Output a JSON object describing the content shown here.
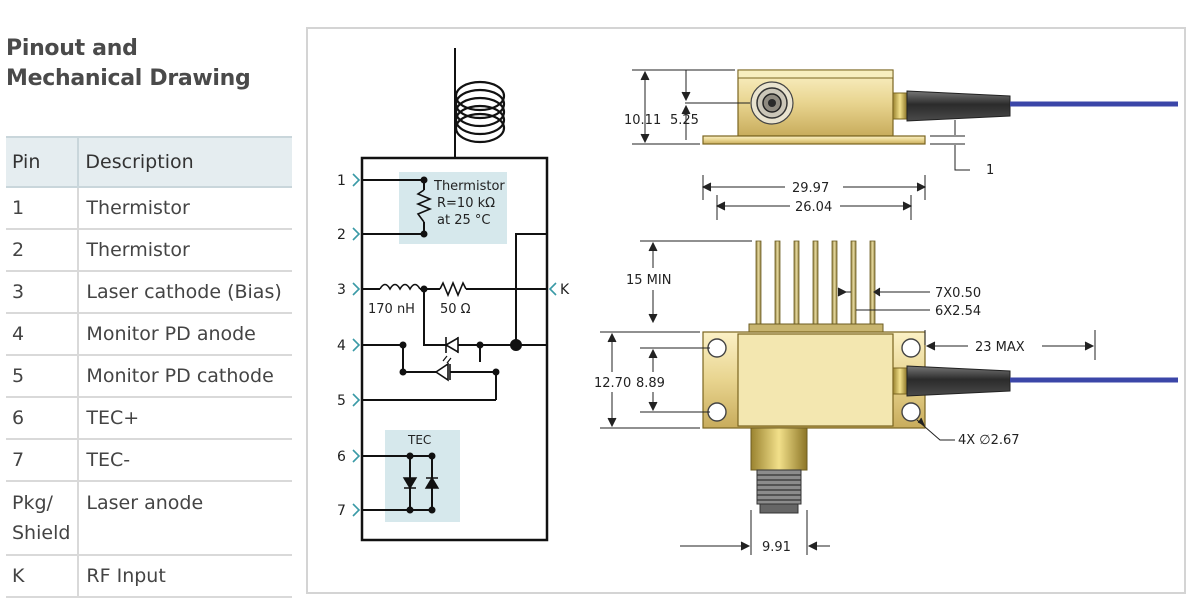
{
  "section": {
    "title_line1": "Pinout and",
    "title_line2": "Mechanical Drawing"
  },
  "table": {
    "headers": [
      "Pin",
      "Description"
    ],
    "rows": [
      {
        "pin": "1",
        "description": "Thermistor"
      },
      {
        "pin": "2",
        "description": "Thermistor"
      },
      {
        "pin": "3",
        "description": "Laser cathode (Bias)"
      },
      {
        "pin": "4",
        "description": "Monitor PD anode"
      },
      {
        "pin": "5",
        "description": "Monitor PD cathode"
      },
      {
        "pin": "6",
        "description": "TEC+"
      },
      {
        "pin": "7",
        "description": "TEC-"
      },
      {
        "pin_line1": "Pkg/",
        "pin_line2": "Shield",
        "description": "Laser anode"
      },
      {
        "pin": "K",
        "description": "RF Input"
      }
    ]
  },
  "schematic": {
    "pins": [
      "1",
      "2",
      "3",
      "4",
      "5",
      "6",
      "7"
    ],
    "rf_pin": "K",
    "thermistor": [
      "Thermistor",
      "R=10 kΩ",
      "at 25 °C"
    ],
    "inductor": "170 nH",
    "resistor": "50 Ω",
    "tec": "TEC"
  },
  "mechanical": {
    "height_total": "10.11",
    "height_center": "5.25",
    "flange_offset": "1",
    "width_outer": "29.97",
    "width_holes": "26.04",
    "pin_length": "15 MIN",
    "pin_count_dia": "7X0.50",
    "pin_pitch": "6X2.54",
    "body_height_outer": "12.70",
    "body_height_holes": "8.89",
    "fiber_boot": "23 MAX",
    "hole_dia": "4X ∅2.67",
    "connector_width": "9.91"
  }
}
